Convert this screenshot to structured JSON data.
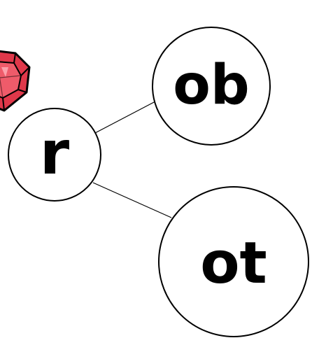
{
  "diagram": {
    "root": {
      "label": "r"
    },
    "branches": [
      {
        "label": "ob"
      },
      {
        "label": "ot"
      }
    ],
    "icon": {
      "name": "ruby-gem-icon",
      "color": "#e0384a"
    },
    "colors": {
      "stroke": "#000000",
      "fill": "#ffffff",
      "text": "#000000"
    }
  }
}
